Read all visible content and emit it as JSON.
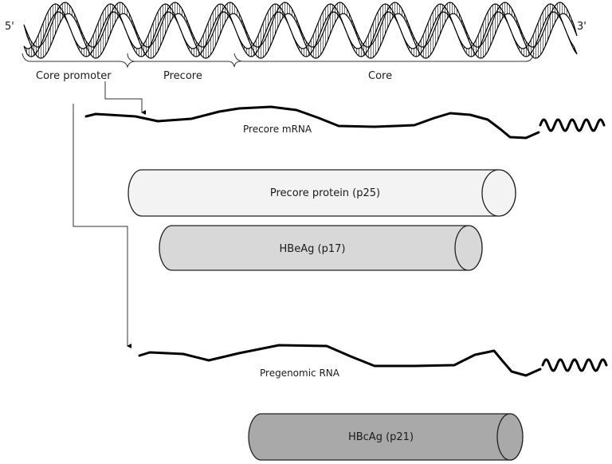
{
  "dna": {
    "end_5": "5'",
    "end_3": "3'",
    "regions": [
      "Core promoter",
      "Precore",
      "Core"
    ]
  },
  "transcripts": {
    "precore_mrna": "Precore mRNA",
    "pregenomic_rna": "Pregenomic RNA"
  },
  "proteins": {
    "precore_protein": {
      "label": "Precore protein (p25)",
      "color": "#f3f3f3"
    },
    "hbeag": {
      "label": "HBeAg (p17)",
      "color": "#d8d8d8"
    },
    "hbcag": {
      "label": "HBcAg (p21)",
      "color": "#a9a9a9"
    }
  }
}
